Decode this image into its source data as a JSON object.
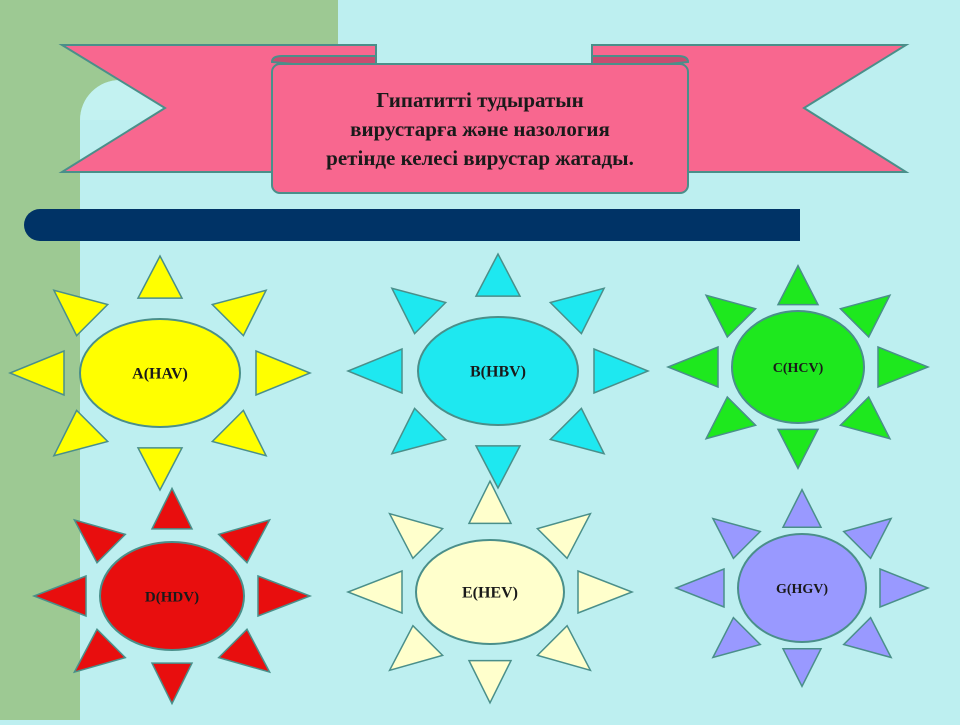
{
  "slide": {
    "title_lines": [
      "Гипатитті тудыратын",
      "вирустарға және назология",
      "ретінде келесі вирустар жатады."
    ],
    "colors": {
      "background": "#bdeff0",
      "left_band": "#9dc993",
      "banner": "#f8678f",
      "divider_bar": "#003366",
      "outline": "#4a8f8a"
    }
  },
  "suns": [
    {
      "label": "A(HAV)",
      "color": "#ffff00"
    },
    {
      "label": "B(HBV)",
      "color": "#1ee8f0"
    },
    {
      "label": "C(HCV)",
      "color": "#1ee81e"
    },
    {
      "label": "D(HDV)",
      "color": "#e80e0e"
    },
    {
      "label": "E(HEV)",
      "color": "#ffffcc"
    },
    {
      "label": "G(HGV)",
      "color": "#9999ff"
    }
  ]
}
